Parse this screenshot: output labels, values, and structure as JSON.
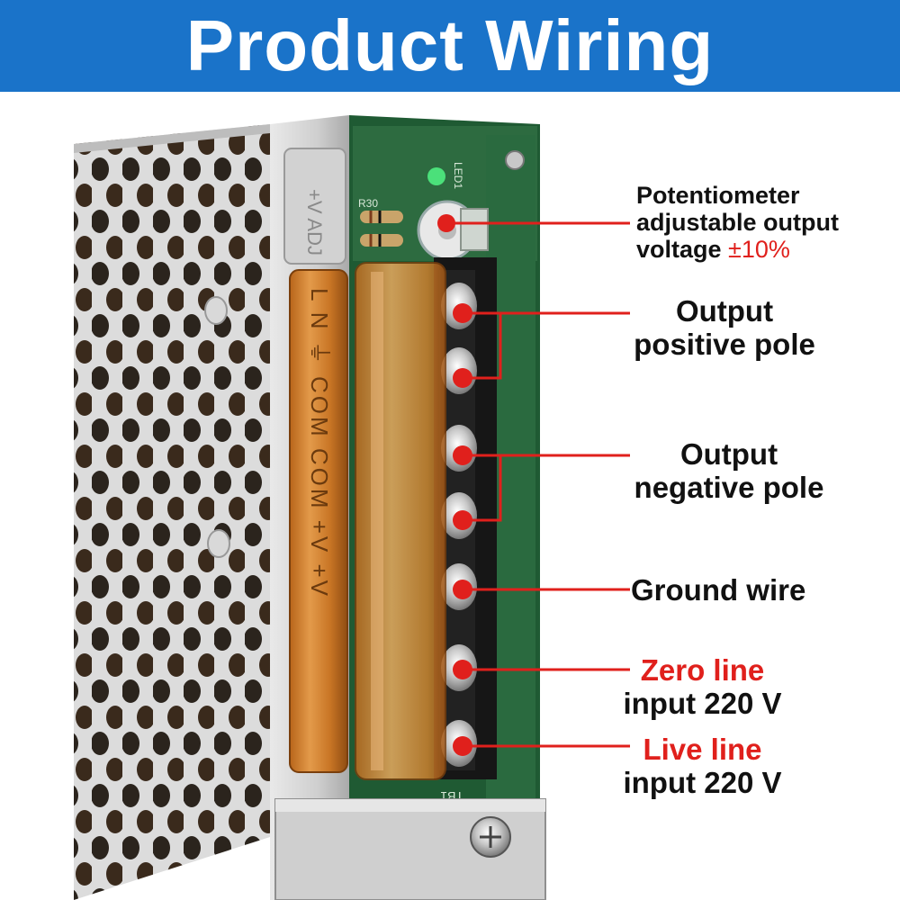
{
  "header": {
    "title": "Product Wiring"
  },
  "photo": {
    "silkscreen": {
      "adj": "+V ADJ",
      "terminals": "L N ⏚ COM COM +V +V",
      "led": "LED1",
      "resistor": "R30",
      "board_ref": "TB1"
    }
  },
  "labels": {
    "potentiometer": {
      "line1": "Potentiometer",
      "line2": "adjustable output",
      "line3_text": "voltage",
      "line3_value": "±10%"
    },
    "output_positive": {
      "line1": "Output",
      "line2": "positive pole"
    },
    "output_negative": {
      "line1": "Output",
      "line2": "negative pole"
    },
    "ground": {
      "line1": "Ground wire"
    },
    "zero_line": {
      "line1": "Zero line",
      "line2": "input 220 V"
    },
    "live_line": {
      "line1": "Live line",
      "line2": "input 220 V"
    }
  },
  "colors": {
    "header_bg": "#1a73c9",
    "accent_red": "#e0201c",
    "text": "#111111"
  }
}
